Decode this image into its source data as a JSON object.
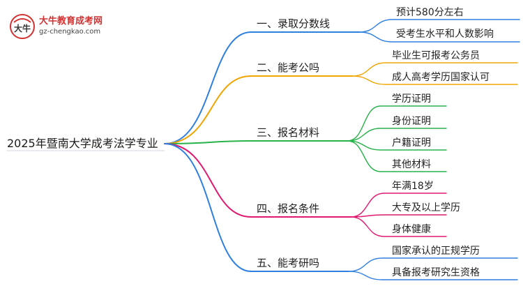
{
  "logo": {
    "brand": "大牛教育成考网",
    "url": "gz-chengkao.com",
    "mark_text": "大牛",
    "brand_color": "#d43131"
  },
  "root": {
    "label": "2025年暨南大学成考法学专业"
  },
  "branches": [
    {
      "label": "一、录取分数线",
      "color": "#2f7fe0",
      "leaves": [
        "预计580分左右",
        "受考生水平和人数影响"
      ]
    },
    {
      "label": "二、能考公吗",
      "color": "#f0a500",
      "leaves": [
        "毕业生可报考公务员",
        "成人高考学历国家认可"
      ]
    },
    {
      "label": "三、报名材料",
      "color": "#27b24a",
      "leaves": [
        "学历证明",
        "身份证明",
        "户籍证明",
        "其他材料"
      ]
    },
    {
      "label": "四、报名条件",
      "color": "#e0186f",
      "leaves": [
        "年满18岁",
        "大专及以上学历",
        "身体健康"
      ]
    },
    {
      "label": "五、能考研吗",
      "color": "#2f7fe0",
      "leaves": [
        "国家承认的正规学历",
        "具备报考研究生资格"
      ]
    }
  ]
}
